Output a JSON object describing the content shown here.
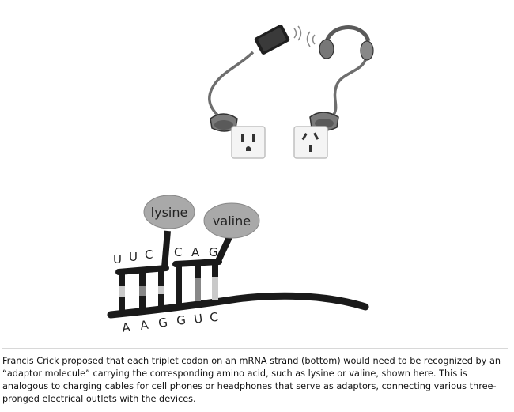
{
  "diagram": {
    "amino_acids": [
      "lysine",
      "valine"
    ],
    "anticodons": [
      {
        "letters": [
          "U",
          "U",
          "C"
        ]
      },
      {
        "letters": [
          "C",
          "A",
          "G"
        ]
      }
    ],
    "mrna_codons": [
      "A",
      "A",
      "G",
      "G",
      "U",
      "C"
    ]
  },
  "caption": {
    "text": "Francis Crick proposed that each triplet codon on an mRNA strand (bottom) would need to be recognized by an “adaptor molecule” carrying the corresponding amino acid, such as lysine or valine, shown here. This is analogous to charging cables for cell phones or headphones that serve as adaptors, connecting various three-pronged electrical outlets with the devices."
  },
  "colors": {
    "stroke": "#1a1a1a",
    "blob_fill": "#a9a9a9",
    "light_prong": "#c9c9c9",
    "mid_prong": "#888888",
    "outlet": "#f4f4f4"
  },
  "icons": [
    "phone-icon",
    "headphones-icon",
    "electrical-outlet-icon",
    "adapter-plug-icon"
  ]
}
